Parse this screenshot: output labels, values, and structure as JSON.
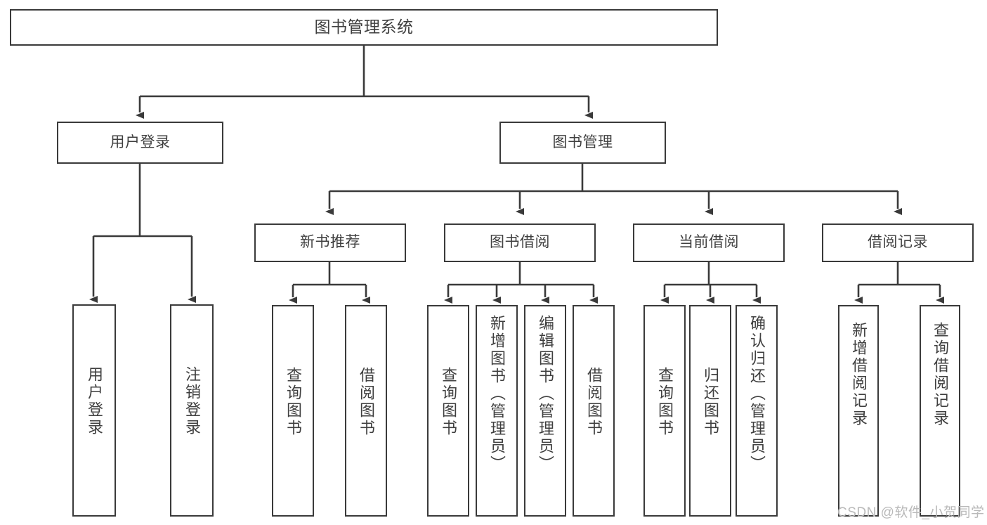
{
  "diagram": {
    "title_text": "图书管理系统",
    "root": {
      "label": "图书管理系统"
    },
    "tier1": [
      {
        "label": "用户登录"
      },
      {
        "label": "图书管理"
      }
    ],
    "tier2": [
      {
        "label": "新书推荐"
      },
      {
        "label": "图书借阅"
      },
      {
        "label": "当前借阅"
      },
      {
        "label": "借阅记录"
      }
    ],
    "leaves": {
      "user_login": [
        {
          "label": "用户登录"
        },
        {
          "label": "注销登录"
        }
      ],
      "new_book_recommend": [
        {
          "label": "查询图书"
        },
        {
          "label": "借阅图书"
        }
      ],
      "book_borrow": [
        {
          "label": "查询图书"
        },
        {
          "label": "新增图书（管理员）"
        },
        {
          "label": "编辑图书（管理员）"
        },
        {
          "label": "借阅图书"
        }
      ],
      "current_borrow": [
        {
          "label": "查询图书"
        },
        {
          "label": "归还图书"
        },
        {
          "label": "确认归还（管理员）"
        }
      ],
      "borrow_record": [
        {
          "label": "新增借阅记录"
        },
        {
          "label": "查询借阅记录"
        }
      ]
    }
  },
  "watermark": {
    "text": "CSDN @软件_小贺同学"
  },
  "colors": {
    "border": "#3a3a3a",
    "text": "#3f3f3f",
    "background": "#ffffff",
    "watermark": "#b9b9b9"
  }
}
